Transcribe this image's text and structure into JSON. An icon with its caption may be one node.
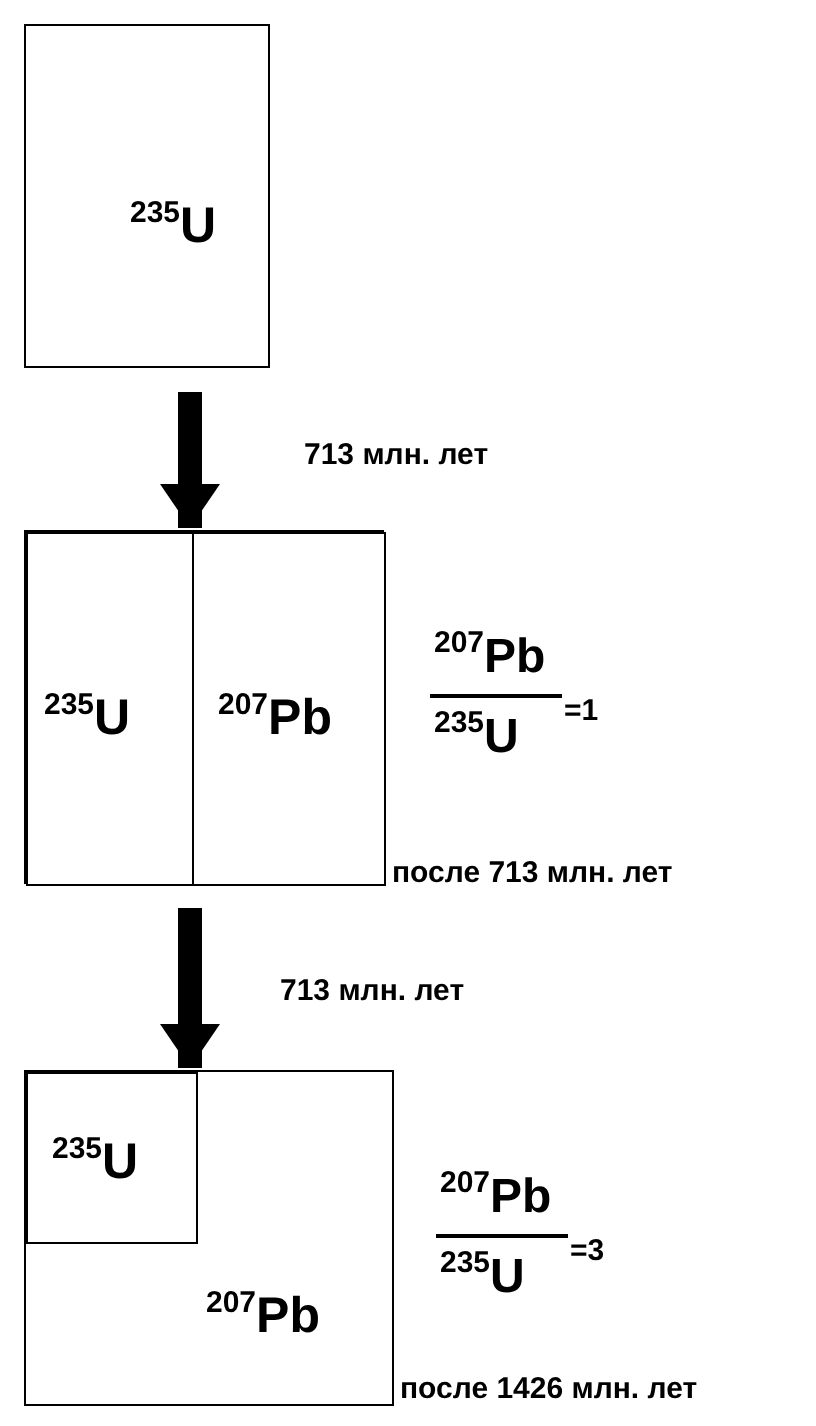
{
  "diagram": {
    "nodes": [
      {
        "text": [
          "$^{235}$U"
        ]
      },
      {
        "text": [],
        "shape": "box",
        "beside": [
          "после 713 млн. лет"
        ]
      },
      {
        "text": [
          "$^{235}$U"
        ],
        "in": 1
      },
      {
        "text": [
          "$^{207}$Pb"
        ],
        "in": 1
      },
      {
        "text": [
          "$^{207}$Pb"
        ],
        "beside": [
          "после 1426 млн. лет"
        ]
      },
      {
        "text": [
          "$^{235}$U"
        ],
        "in": 4
      }
    ],
    "edges": [
      {
        "from": 0,
        "to": 1,
        "arrow": "to",
        "label": "713 млн. лет"
      },
      {
        "from": 1,
        "to": 4,
        "arrow": "to",
        "label": "713 млн. лет"
      }
    ],
    "labels": [
      "$^{207}$Pb",
      "$^{235}$U",
      "=1",
      "$^{207}$Pb",
      "$^{235}$U",
      "=3"
    ]
  }
}
